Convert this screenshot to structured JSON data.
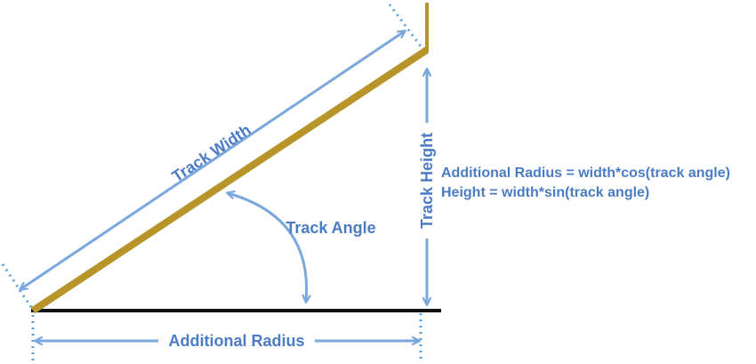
{
  "labels": {
    "track_width": "Track Width",
    "track_angle": "Track Angle",
    "track_height": "Track Height",
    "additional_radius": "Additional Radius"
  },
  "formulas": [
    "Additional Radius = width*cos(track angle)",
    "Height = width*sin(track angle)"
  ],
  "colors": {
    "track": "#b8952a",
    "ground": "#111111",
    "annotation": "#4a7cc4",
    "dimension_arrow": "#7aa7dc",
    "guide_dots": "#5aa0d8"
  }
}
